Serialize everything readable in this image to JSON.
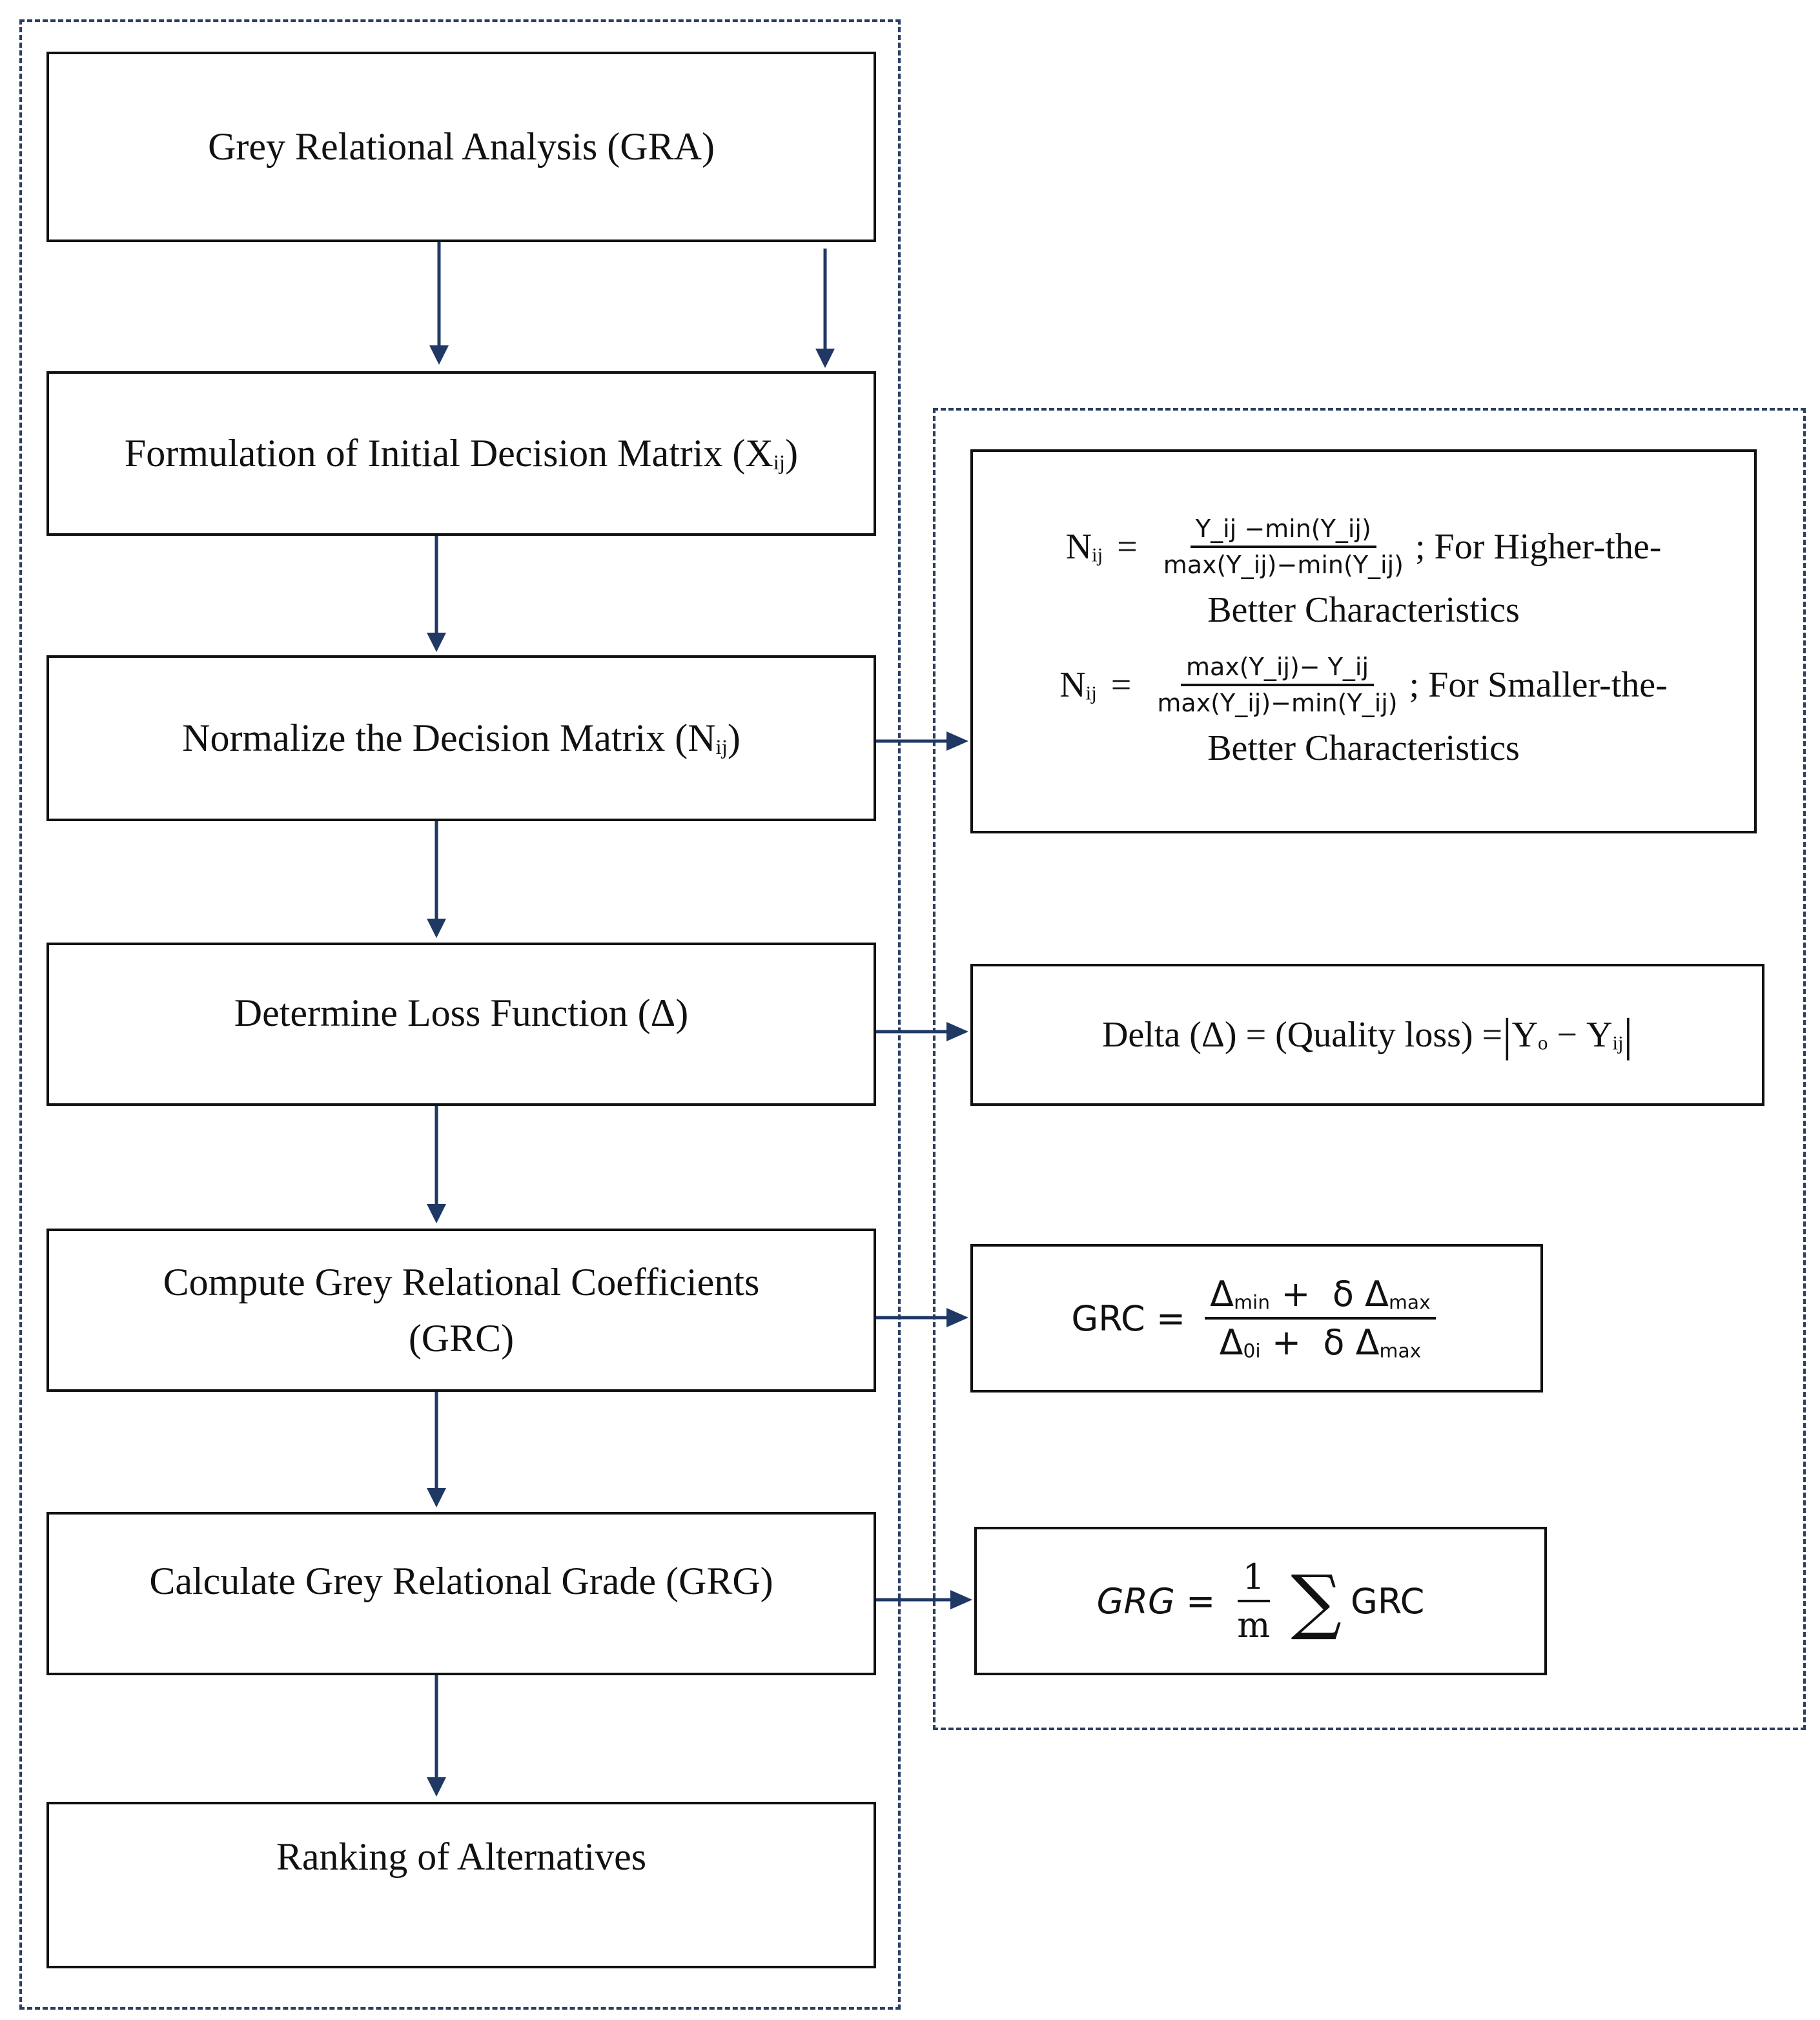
{
  "steps": {
    "gra": "Grey Relational Analysis (GRA)",
    "initial_prefix": "Formulation of Initial Decision Matrix (X",
    "initial_sub": "ij",
    "initial_suffix": ")",
    "normalize_prefix": "Normalize the Decision Matrix (N",
    "normalize_sub": "ij",
    "normalize_suffix": ")",
    "loss": "Determine Loss Function (Δ)",
    "grc_line1": "Compute Grey Relational Coefficients",
    "grc_line2": "(GRC)",
    "grg": "Calculate Grey Relational Grade (GRG)",
    "ranking": "Ranking of Alternatives"
  },
  "formulas": {
    "norm_higher": {
      "lhs": "N",
      "lhs_sub": "ij",
      "eq": "=",
      "numerator": "Y_ij −min(Y_ij)",
      "denominator": "max(Y_ij)−min(Y_ij)",
      "note_line1": "; For Higher-the-",
      "note_line2": "Better Characteristics"
    },
    "norm_smaller": {
      "lhs": "N",
      "lhs_sub": "ij",
      "eq": "=",
      "numerator": "max(Y_ij)− Y_ij",
      "denominator": "max(Y_ij)−min(Y_ij)",
      "note_line1": "; For Smaller-the-",
      "note_line2": "Better Characteristics"
    },
    "delta": {
      "text": "Delta (Δ) = (Quality loss) = ",
      "abs_left": "|",
      "y": "Y",
      "y_sub_o": "o",
      "minus": " − ",
      "y2": "Y",
      "y_sub_ij": "ij",
      "abs_right": "|"
    },
    "grc": {
      "lhs": "GRC =",
      "num_a": "Δ",
      "num_a_sub": "min",
      "num_op": " +  δ Δ",
      "num_b_sub": "max",
      "den_a": "Δ",
      "den_a_sub": "0i",
      "den_op": " +  δ Δ",
      "den_b_sub": "max"
    },
    "grg": {
      "lhs": "GRG =",
      "num": "1",
      "den": "m",
      "sigma": "∑",
      "rhs": "GRC"
    }
  },
  "colors": {
    "frame": "#2b3f63",
    "arrow": "#1f3864",
    "box_border": "#111111"
  }
}
